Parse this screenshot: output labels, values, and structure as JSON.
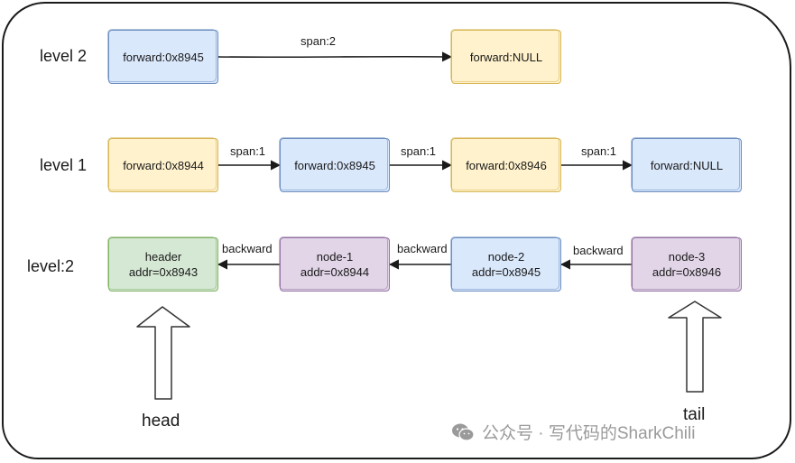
{
  "rows": {
    "top_label": "level 2",
    "middle_label": "level 1",
    "bottom_label": "level:2"
  },
  "top_level": {
    "head_box": "forward:0x8945",
    "span": "span:2",
    "null_box": "forward:NULL"
  },
  "middle_level": {
    "box_1": "forward:0x8944",
    "span_1": "span:1",
    "box_2": "forward:0x8945",
    "span_2": "span:1",
    "box_3": "forward:0x8946",
    "span_3": "span:1",
    "box_4": "forward:NULL"
  },
  "nodes": {
    "header": {
      "name": "header",
      "addr": "addr=0x8943"
    },
    "node_1": {
      "name": "node-1",
      "addr": "addr=0x8944"
    },
    "node_2": {
      "name": "node-2",
      "addr": "addr=0x8945"
    },
    "node_3": {
      "name": "node-3",
      "addr": "addr=0x8946"
    },
    "backward_1": "backward",
    "backward_2": "backward",
    "backward_3": "backward"
  },
  "pointers": {
    "head": "head",
    "tail": "tail"
  },
  "watermark": {
    "text": "公众号 · 写代码的SharkChili",
    "icon": "wechat-icon"
  },
  "colors": {
    "yellow_fill": "#fff2cc",
    "yellow_stroke": "#d6b656",
    "blue_fill": "#dae8fc",
    "blue_stroke": "#6c8ebf",
    "green_fill": "#d5e8d4",
    "green_stroke": "#82b366",
    "purple_fill": "#e1d5e7",
    "purple_stroke": "#9673a6"
  }
}
